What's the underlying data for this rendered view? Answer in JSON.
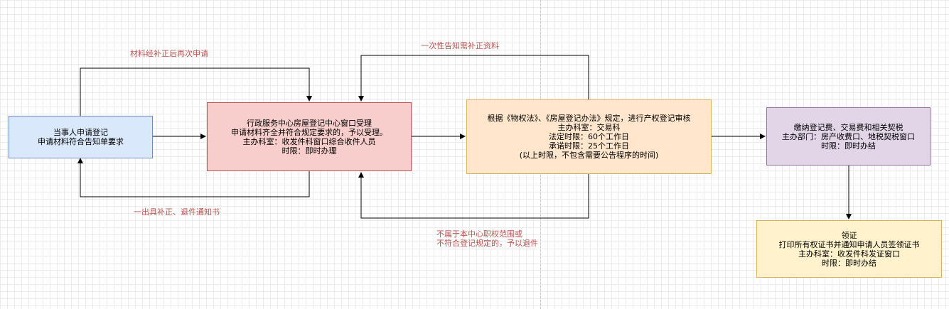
{
  "nodes": {
    "applicant": {
      "lines": [
        "当事人申请登记",
        "申请材料符合告知单要求"
      ],
      "fill": "#dae8fc",
      "stroke": "#6c8ebf"
    },
    "acceptance": {
      "lines": [
        "行政服务中心房屋登记中心窗口受理",
        "申请材料齐全并符合规定要求的，予以受理。",
        "主办科室：收发件科窗口综合收件人员",
        "时限：即时办理"
      ],
      "fill": "#f8cecc",
      "stroke": "#b85450"
    },
    "review": {
      "lines": [
        "根据《物权法》、《房屋登记办法》规定，进行产权登记审核",
        "主办科室：交易科",
        "法定时限：60个工作日",
        "承诺时限：25个工作日",
        "(以上时限，不包含需要公告程序的时间)"
      ],
      "fill": "#ffe6cc",
      "stroke": "#d6b656"
    },
    "payment": {
      "lines": [
        "缴纳登记费、交易费和相关契税",
        "主办部门：房产收费口、地税契税窗口",
        "时限：即时办结"
      ],
      "fill": "#e1d5e7",
      "stroke": "#9673a6"
    },
    "collect": {
      "lines": [
        "领证",
        "打印所有权证书并通知申请人员签领证书",
        "主办科室：收发件科发证窗口",
        "时限：即时办结"
      ],
      "fill": "#fff2cc",
      "stroke": "#d6b656"
    }
  },
  "edge_labels": {
    "resubmit": [
      "材料经补正后再次申请"
    ],
    "correction_notice": [
      "一出具补正、退件通知书"
    ],
    "one_time_notice": [
      "一次性告知需补正资料"
    ],
    "reject": [
      "不属于本中心职权范围或",
      "不符合登记规定的，予以退件"
    ]
  },
  "colors": {
    "edge": "#000000",
    "label_text": "#b85450"
  }
}
